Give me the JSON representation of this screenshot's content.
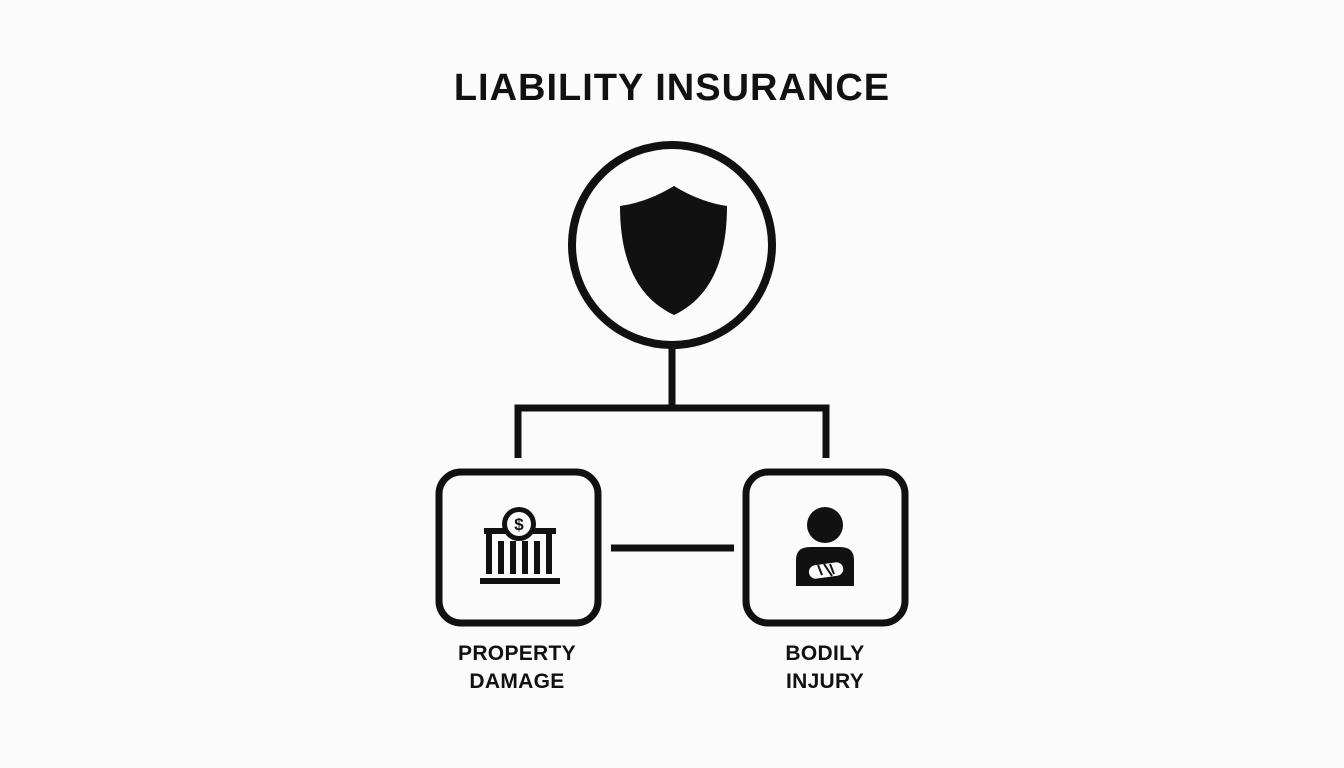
{
  "diagram": {
    "title": "LIABILITY INSURANCE",
    "root": {
      "icon": "shield-icon"
    },
    "children": [
      {
        "id": "property-damage",
        "icon": "building-dollar-icon",
        "label_lines": [
          "PROPERTY",
          "DAMAGE"
        ]
      },
      {
        "id": "bodily-injury",
        "icon": "person-bandage-icon",
        "label_lines": [
          "BODILY",
          "INJURY"
        ]
      }
    ],
    "colors": {
      "stroke": "#111111",
      "background": "#fbfbfb"
    }
  }
}
